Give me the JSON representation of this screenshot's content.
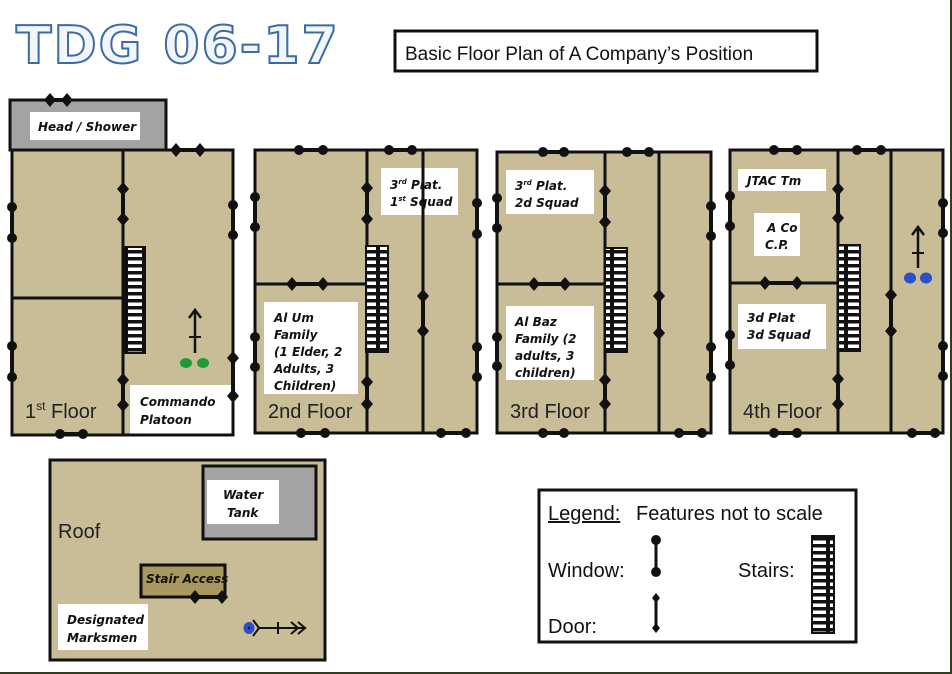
{
  "header": {
    "tdg_title": "TDG 06-17",
    "subtitle": "Basic Floor Plan of A Company’s Position"
  },
  "colors": {
    "floor": "#c8bd97",
    "head_shower": "#a3a3a3",
    "water_tank": "#a3a3a3",
    "stair_access": "#a8975e",
    "friendly_green": "#1f9a3a",
    "friendly_blue": "#2a4fc9",
    "title_outline": "#3b6aa8"
  },
  "floors": [
    {
      "label_main": "1",
      "label_sup": "st",
      "label_rest": " Floor",
      "units": [
        {
          "name": "Commando Platoon",
          "lines": [
            "Commando",
            "Platoon"
          ]
        }
      ],
      "marker": {
        "color": "green",
        "count": 2,
        "symbol": "team-arrow-up"
      }
    },
    {
      "label_main": "2nd Floor",
      "units": [
        {
          "name": "3rd Plat. 1st Squad",
          "lines": [
            "3",
            "rd",
            " Plat.",
            "1",
            "st",
            " Squad"
          ]
        },
        {
          "name": "Al Um Family",
          "lines": [
            "Al Um",
            "Family",
            "(1 Elder, 2",
            "Adults, 3",
            "Children)"
          ]
        }
      ]
    },
    {
      "label_main": "3rd Floor",
      "units": [
        {
          "name": "3rd Plat. 2d Squad",
          "lines": [
            "3",
            "rd",
            " Plat.",
            "2d Squad"
          ]
        },
        {
          "name": "Al Baz Family",
          "lines": [
            "Al Baz",
            "Family (2",
            "adults, 3",
            "children)"
          ]
        }
      ]
    },
    {
      "label_main": "4th Floor",
      "units": [
        {
          "name": "JTAC Tm",
          "lines": [
            "JTAC Tm"
          ]
        },
        {
          "name": "A Co C.P.",
          "lines": [
            "A Co",
            "C.P."
          ]
        },
        {
          "name": "3d Plat 3d Squad",
          "lines": [
            "3d Plat",
            "3d Squad"
          ]
        }
      ],
      "marker": {
        "color": "blue",
        "count": 2,
        "symbol": "team-arrow-up"
      }
    }
  ],
  "head_shower": {
    "label": "Head / Shower"
  },
  "roof": {
    "label": "Roof",
    "water_tank": [
      "Water",
      "Tank"
    ],
    "stair_access": "Stair Access",
    "designated_marksmen": [
      "Designated",
      "Marksmen"
    ],
    "marker": {
      "color": "blue",
      "symbol": "marksman-arrow-right"
    }
  },
  "legend": {
    "title": "Legend:",
    "note": "Features not to scale",
    "window_label": "Window:",
    "door_label": "Door:",
    "stairs_label": "Stairs:"
  }
}
